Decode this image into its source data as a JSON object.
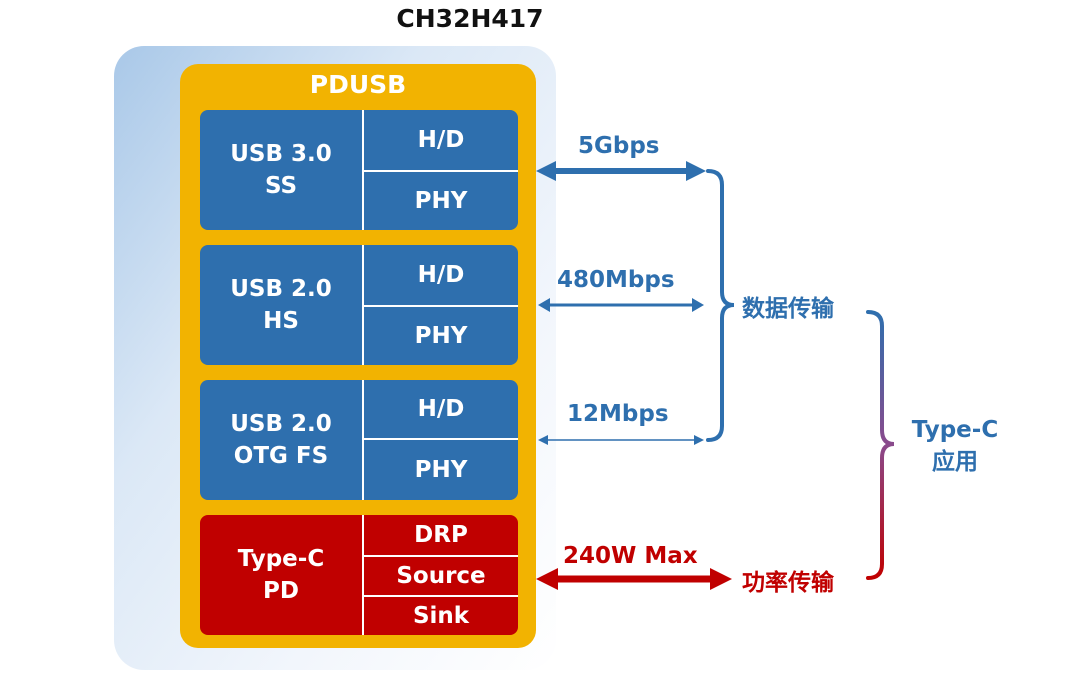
{
  "chip": {
    "title": "CH32H417",
    "module": "PDUSB"
  },
  "blocks": [
    {
      "name_lines": [
        "USB 3.0",
        "SS"
      ],
      "cells": [
        "H/D",
        "PHY"
      ]
    },
    {
      "name_lines": [
        "USB 2.0",
        "HS"
      ],
      "cells": [
        "H/D",
        "PHY"
      ]
    },
    {
      "name_lines": [
        "USB 2.0",
        "OTG FS"
      ],
      "cells": [
        "H/D",
        "PHY"
      ]
    },
    {
      "name_lines": [
        "Type-C",
        "PD"
      ],
      "cells": [
        "DRP",
        "Source",
        "Sink"
      ]
    }
  ],
  "links": {
    "usb3": "5Gbps",
    "usb2hs": "480Mbps",
    "usb2fs": "12Mbps",
    "pd": "240W Max"
  },
  "groups": {
    "data": "数据传输",
    "power": "功率传输",
    "typec_lines": [
      "Type-C",
      "应用"
    ]
  },
  "colors": {
    "blue": "#2e6fae",
    "red": "#c00000",
    "gold": "#f2b301",
    "halo": "#a9c8e8",
    "purple": "#8a4a8c"
  }
}
